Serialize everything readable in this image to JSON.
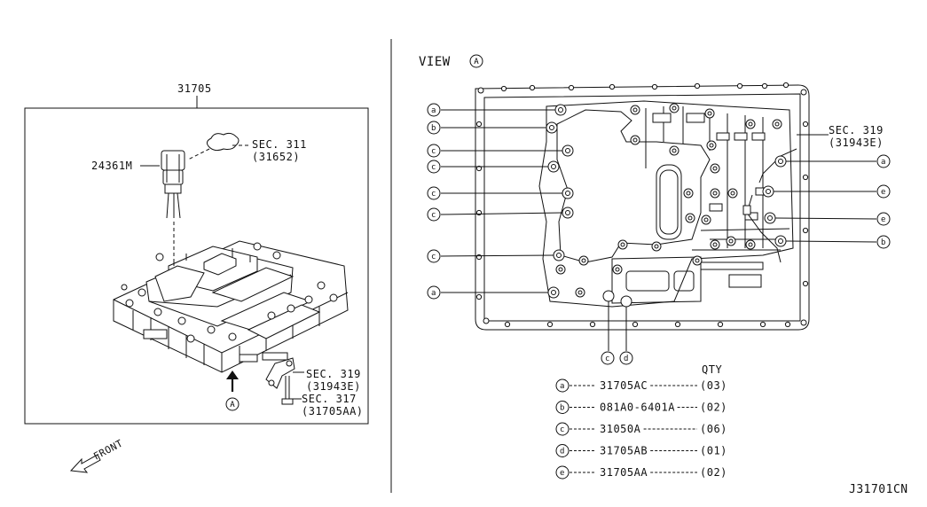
{
  "left_panel": {
    "assembly_number": "31705",
    "solenoid_part": "24361M",
    "sec_311": {
      "line1": "SEC. 311",
      "line2": "(31652)"
    },
    "sec_319": {
      "line1": "SEC. 319",
      "line2": "(31943E)"
    },
    "sec_317": {
      "line1": "SEC. 317",
      "line2": "(31705AA)"
    },
    "view_marker": "A",
    "front_label": "FRONT"
  },
  "right_panel": {
    "view_title": "VIEW",
    "view_marker": "A",
    "sec_319": {
      "line1": "SEC. 319",
      "line2": "(31943E)"
    },
    "callouts_left": [
      "a",
      "b",
      "c",
      "c",
      "c",
      "c",
      "c",
      "a"
    ],
    "callouts_right": [
      "a",
      "e",
      "e",
      "b"
    ],
    "callouts_bottom": [
      "c",
      "d"
    ]
  },
  "legend": {
    "qty_header": "QTY",
    "rows": [
      {
        "key": "a",
        "part": "31705AC",
        "qty": "(03)"
      },
      {
        "key": "b",
        "part": "081A0-6401A",
        "qty": "(02)"
      },
      {
        "key": "c",
        "part": "31050A",
        "qty": "(06)"
      },
      {
        "key": "d",
        "part": "31705AB",
        "qty": "(01)"
      },
      {
        "key": "e",
        "part": "31705AA",
        "qty": "(02)"
      }
    ]
  },
  "diagram_code": "J31701CN"
}
